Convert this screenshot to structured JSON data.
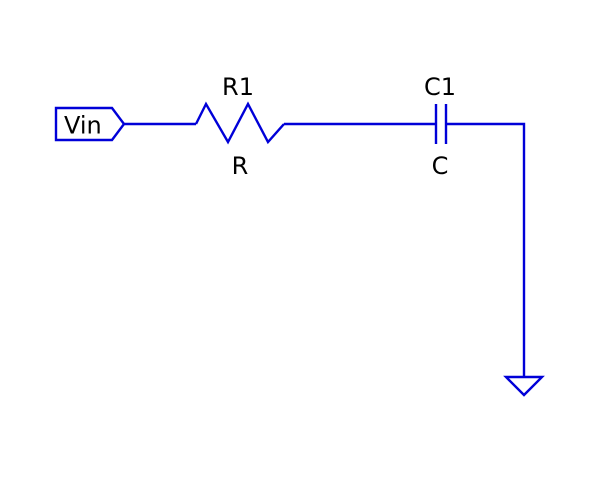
{
  "colors": {
    "wire": "#0000d8",
    "text": "#000000",
    "background": "#ffffff"
  },
  "components": {
    "input_port": {
      "label": "Vin",
      "icon": "input-port-flag"
    },
    "resistor": {
      "designator": "R1",
      "value": "R",
      "icon": "resistor-zigzag"
    },
    "capacitor": {
      "designator": "C1",
      "value": "C",
      "icon": "capacitor-plates"
    },
    "ground": {
      "icon": "ground-triangle"
    }
  }
}
